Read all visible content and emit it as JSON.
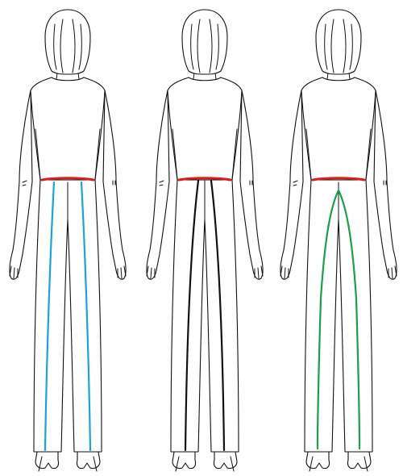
{
  "figures": [
    {
      "id": "figure-1",
      "highlight": "side-seams",
      "seam_color": "#1aa3d9",
      "waist_color": "#e01b1b"
    },
    {
      "id": "figure-2",
      "highlight": "center-back-darts",
      "seam_color": "#111111",
      "waist_color": "#e01b1b"
    },
    {
      "id": "figure-3",
      "highlight": "center-back-seam",
      "seam_color": "#1a9e4a",
      "waist_color": "#e01b1b"
    }
  ]
}
